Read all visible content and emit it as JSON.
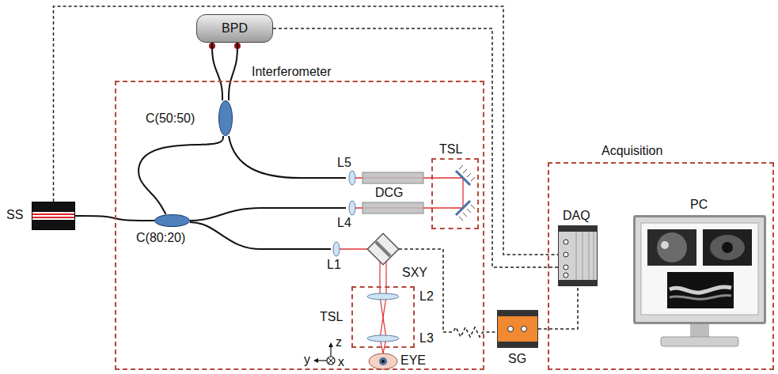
{
  "diagram": {
    "nodes": [
      {
        "text": [
          "SS"
        ]
      },
      {
        "text": [
          "BPD"
        ]
      },
      {
        "text": [
          "Interferometer"
        ]
      },
      {
        "text": [
          "C(50:50)"
        ],
        "in": 2
      },
      {
        "text": [
          "C(80:20)"
        ],
        "in": 2
      },
      {
        "text": [
          "TSL"
        ],
        "in": 2
      },
      {
        "text": [
          "TSL"
        ],
        "in": 2
      },
      {
        "text": [
          "SG"
        ]
      },
      {
        "text": [
          "Acquisition"
        ]
      },
      {
        "text": [
          "DAQ"
        ],
        "in": 8
      },
      {
        "text": [
          "PC"
        ],
        "in": 8
      }
    ],
    "edges": [
      {
        "from": 0,
        "to": 4,
        "arrow": "none"
      },
      {
        "from": 4,
        "to": 3,
        "arrow": "none"
      },
      {
        "from": 3,
        "to": 1,
        "arrow": "none"
      },
      {
        "from": 3,
        "to": 1,
        "arrow": "none"
      },
      {
        "from": 0,
        "to": 9,
        "arrow": "none"
      },
      {
        "from": 1,
        "to": 9,
        "arrow": "none"
      },
      {
        "from": 7,
        "to": 9,
        "arrow": "none"
      }
    ],
    "labels": [
      "L5",
      "L4",
      "DCG",
      "L1",
      "SXY",
      "L2",
      "L3",
      "EYE",
      "z",
      "y",
      "x"
    ]
  }
}
